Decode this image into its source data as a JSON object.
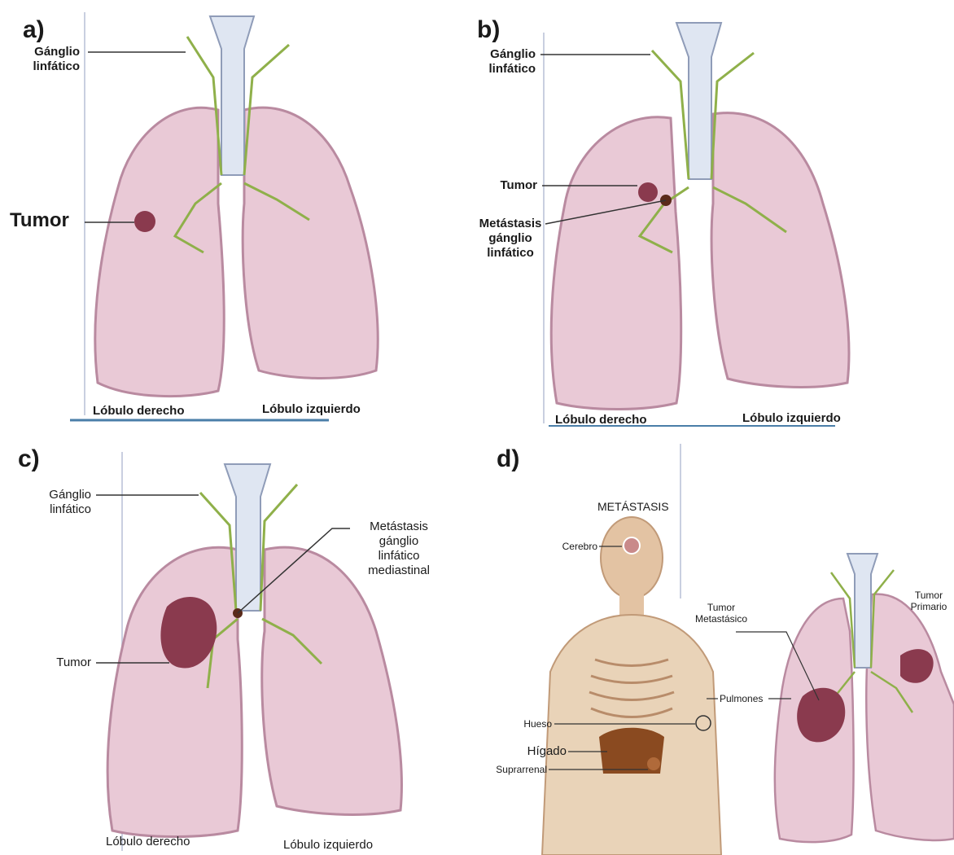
{
  "panels": {
    "a": {
      "letter": "a)",
      "ganglio": [
        "Gánglio",
        "linfático"
      ],
      "tumor": "Tumor",
      "right_lobe": "Lóbulo derecho",
      "left_lobe": "Lóbulo izquierdo"
    },
    "b": {
      "letter": "b)",
      "ganglio": [
        "Gánglio",
        "linfático"
      ],
      "tumor": "Tumor",
      "metastasis": [
        "Metástasis",
        "gánglio",
        "linfático"
      ],
      "right_lobe": "Lóbulo derecho",
      "left_lobe": "Lóbulo izquierdo"
    },
    "c": {
      "letter": "c)",
      "ganglio": [
        "Gánglio",
        "linfático"
      ],
      "tumor": "Tumor",
      "metastasis": [
        "Metástasis",
        "gánglio",
        "linfático",
        "mediastinal"
      ],
      "right_lobe": "Lóbulo derecho",
      "left_lobe": "Lóbulo izquierdo"
    },
    "d": {
      "letter": "d)",
      "title": "METÁSTASIS",
      "cerebro": "Cerebro",
      "tumor_metastasico": [
        "Tumor",
        "Metastásico"
      ],
      "tumor_primario": [
        "Tumor",
        "Primario"
      ],
      "pulmones": "Pulmones",
      "hueso": "Hueso",
      "higado": "Hígado",
      "suprarrenal": "Suprarrenal"
    }
  },
  "colors": {
    "lung_fill": "#e9c9d6",
    "lung_stroke": "#b98aa0",
    "trachea": "#dfe6f2",
    "lymph": "#8fb04a",
    "tumor": "#8a3a4e",
    "baseline": "#4a7ea8"
  }
}
